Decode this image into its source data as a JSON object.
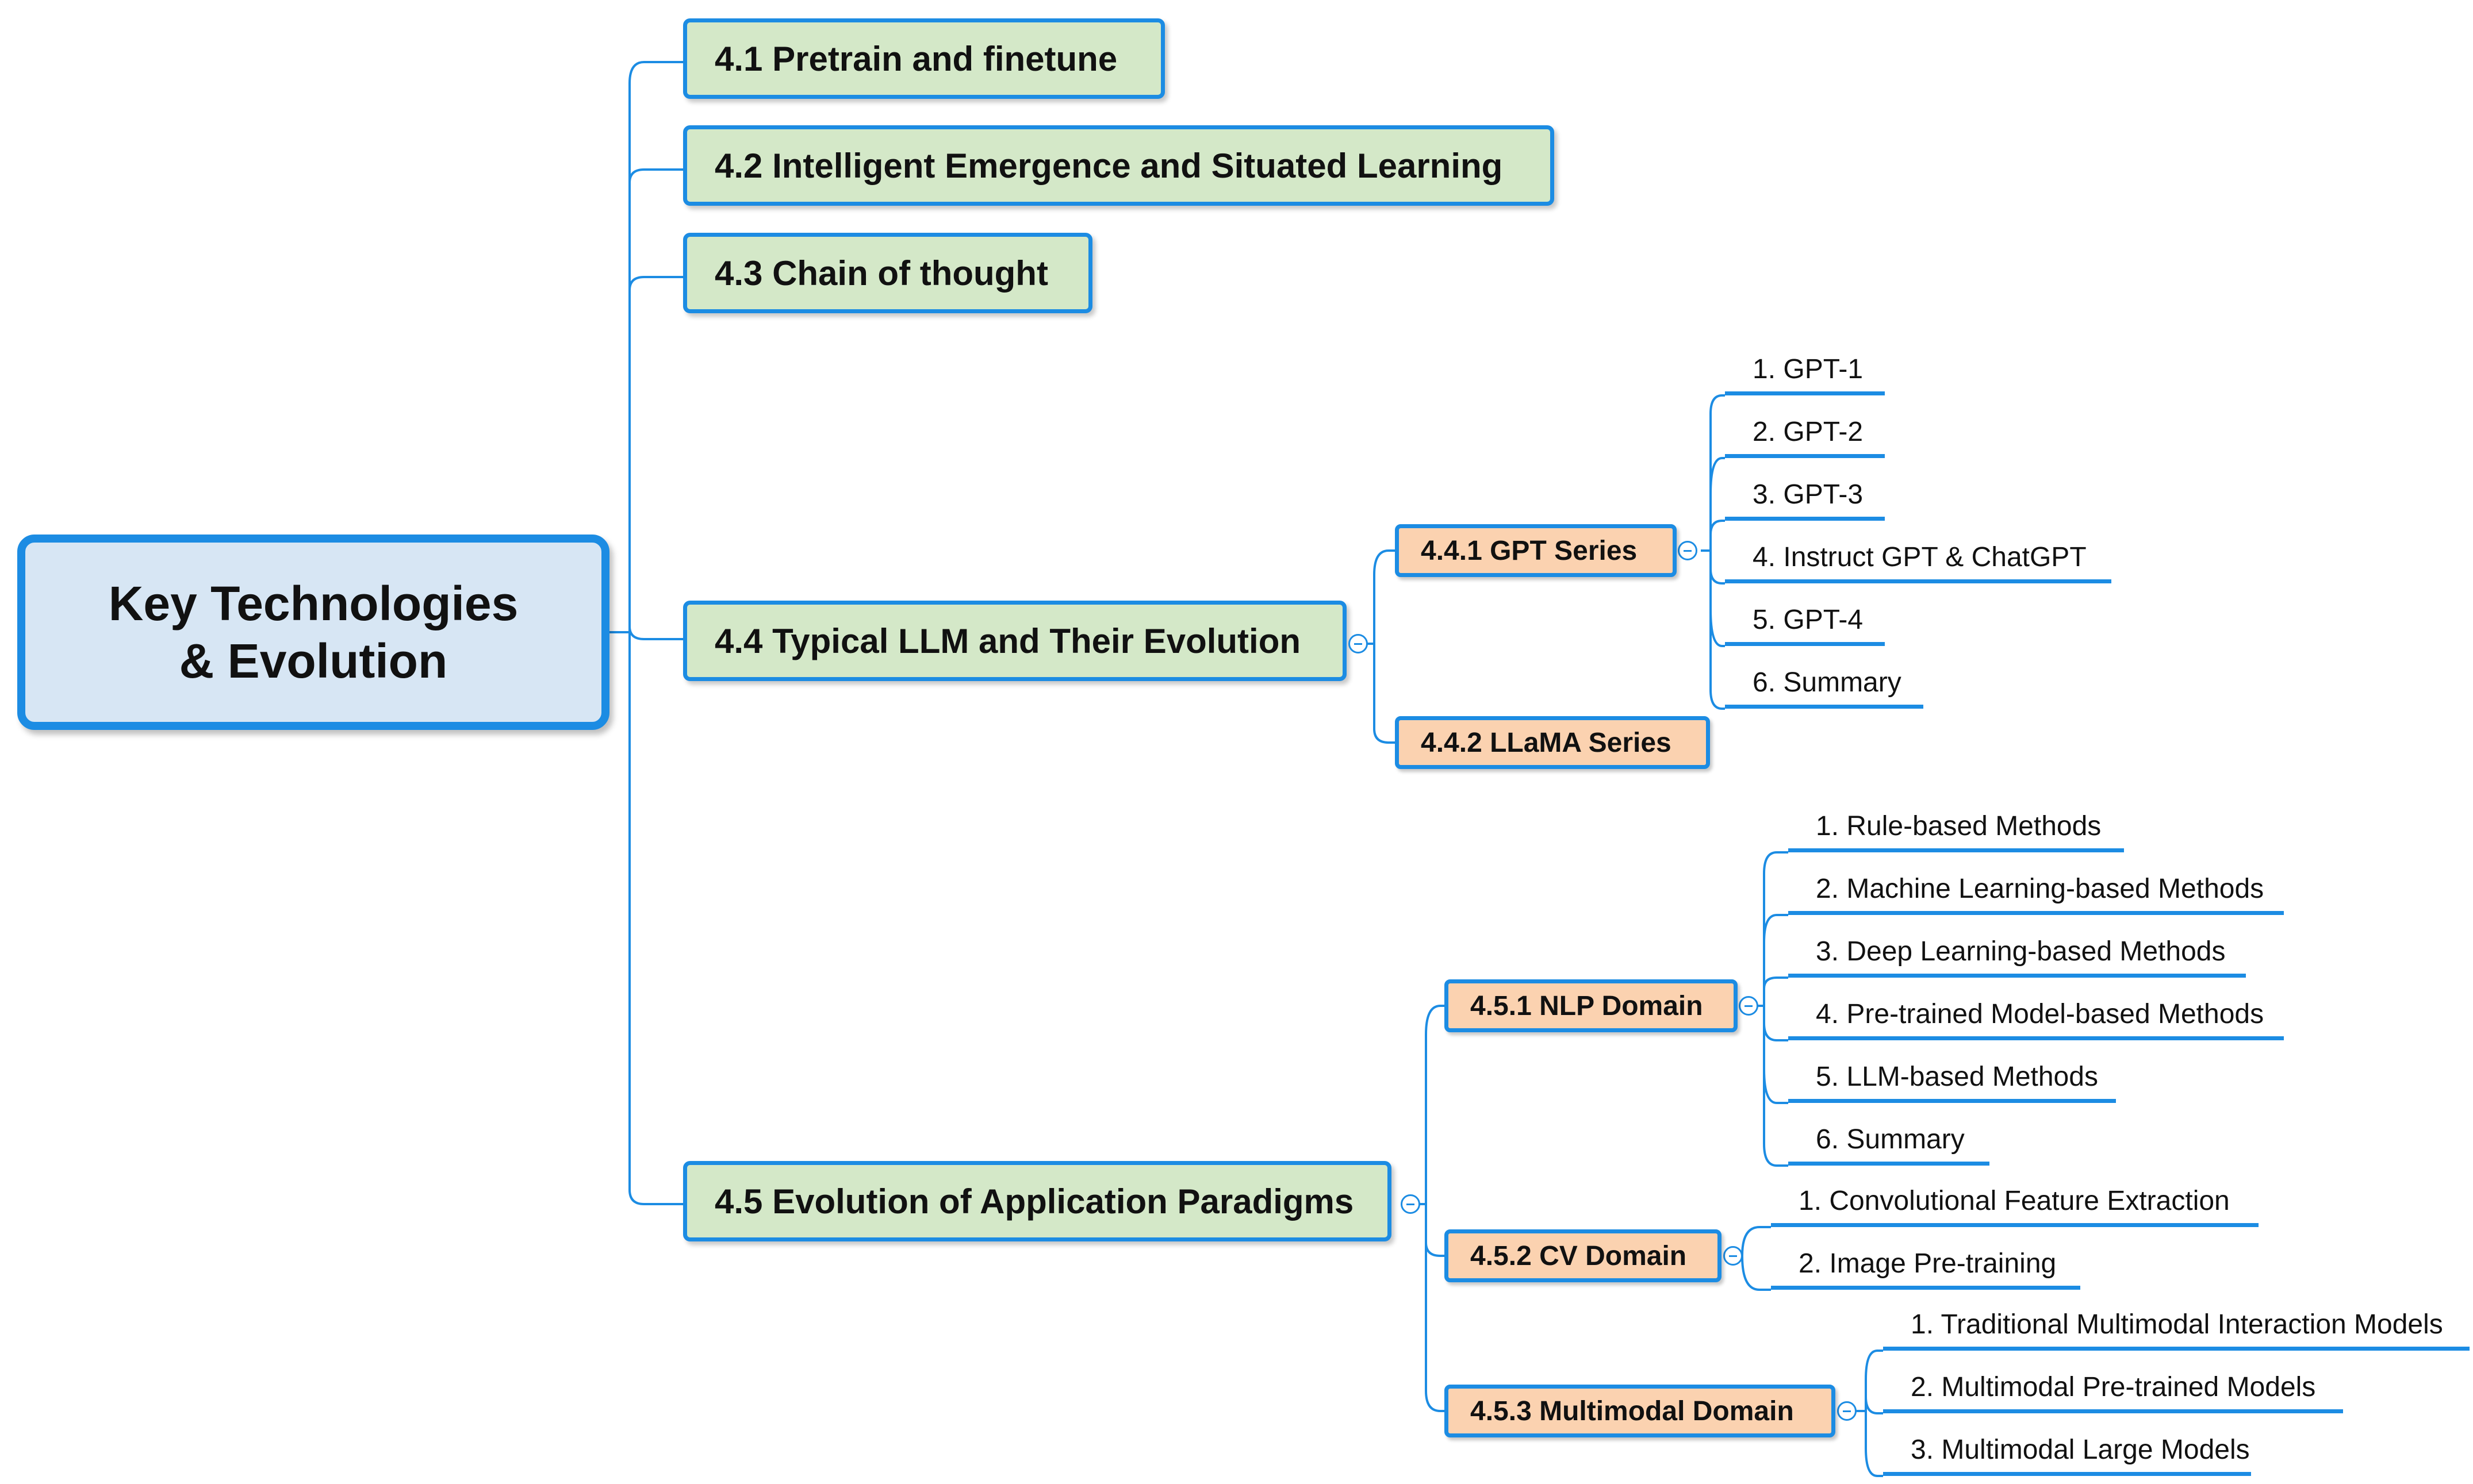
{
  "root": {
    "line1": "Key Technologies",
    "line2": "& Evolution"
  },
  "sections": [
    {
      "label": "4.1 Pretrain and finetune"
    },
    {
      "label": "4.2 Intelligent Emergence and Situated Learning"
    },
    {
      "label": "4.3 Chain of thought"
    },
    {
      "label": "4.4 Typical LLM and Their Evolution",
      "children": [
        {
          "label": "4.4.1 GPT Series",
          "items": [
            "1. GPT-1",
            "2. GPT-2",
            "3. GPT-3",
            "4. Instruct GPT & ChatGPT",
            "5. GPT-4",
            "6. Summary"
          ]
        },
        {
          "label": "4.4.2 LLaMA Series"
        }
      ]
    },
    {
      "label": "4.5 Evolution of Application Paradigms",
      "children": [
        {
          "label": "4.5.1 NLP Domain",
          "items": [
            "1. Rule-based Methods",
            "2. Machine Learning-based Methods",
            "3. Deep Learning-based Methods",
            "4. Pre-trained Model-based Methods",
            "5. LLM-based Methods",
            "6. Summary"
          ]
        },
        {
          "label": "4.5.2 CV Domain",
          "items": [
            "1. Convolutional Feature Extraction",
            "2. Image Pre-training"
          ]
        },
        {
          "label": "4.5.3 Multimodal Domain",
          "items": [
            "1. Traditional Multimodal Interaction Models",
            "2. Multimodal Pre-trained Models",
            "3. Multimodal Large Models"
          ]
        }
      ]
    }
  ],
  "colors": {
    "line": "#1c8ce3",
    "root_fill": "#d7e6f4",
    "section_fill": "#d4e8c8",
    "subsection_fill": "#fbd2b0"
  }
}
